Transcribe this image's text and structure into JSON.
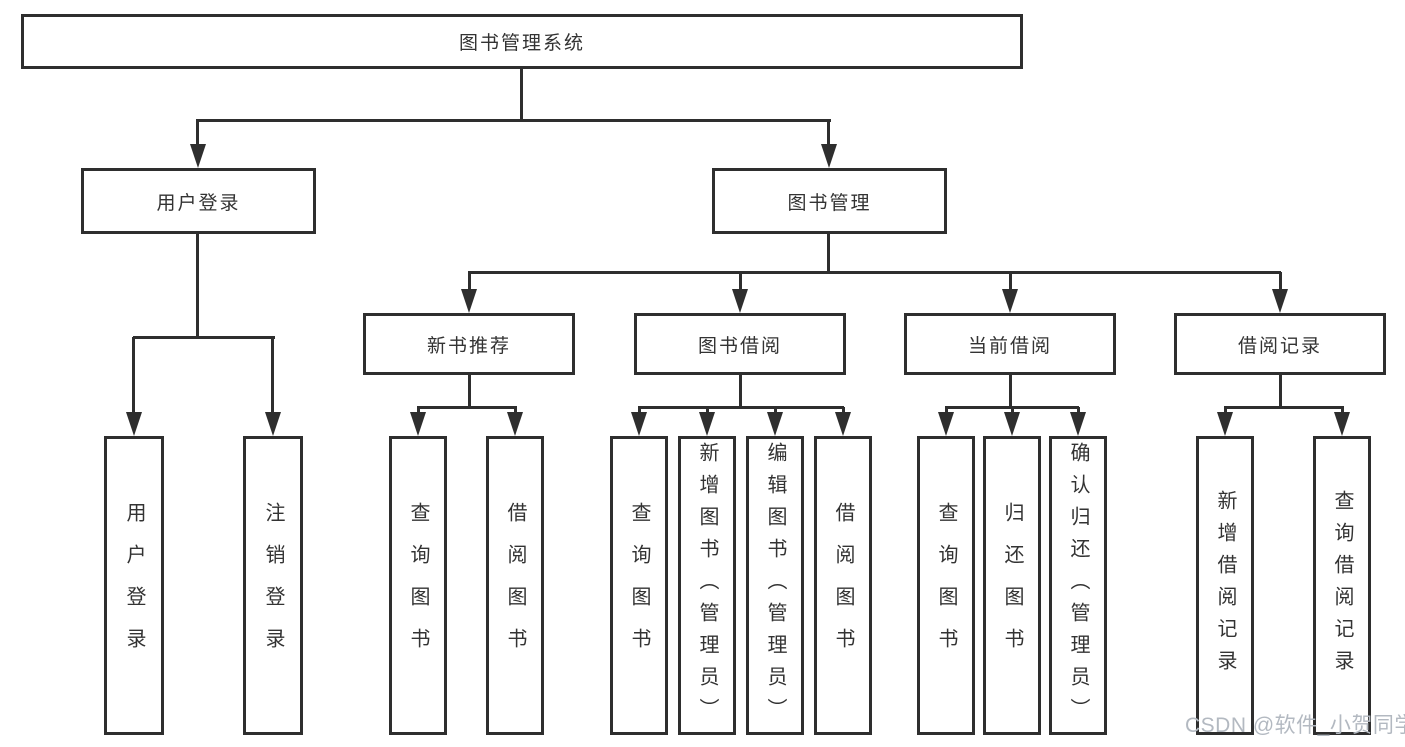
{
  "diagram": {
    "title": "图书管理系统",
    "level2": {
      "user_login": "用户登录",
      "book_mgmt": "图书管理"
    },
    "level3": {
      "new_book_rec": "新书推荐",
      "book_borrow": "图书借阅",
      "current_borrow": "当前借阅",
      "borrow_record": "借阅记录"
    },
    "leaves": {
      "user_login": "用户登录",
      "logout": "注销登录",
      "query_book_a": "查询图书",
      "borrow_book_a": "借阅图书",
      "query_book_b": "查询图书",
      "add_book": "新增图书（管理员）",
      "edit_book": "编辑图书（管理员）",
      "borrow_book_b": "借阅图书",
      "query_book_c": "查询图书",
      "return_book": "归还图书",
      "confirm_return": "确认归还（管理员）",
      "add_record": "新增借阅记录",
      "query_record": "查询借阅记录"
    },
    "watermark": "CSDN @软件_小贺同学",
    "colors": {
      "line": "#2e2e2e",
      "text": "#333333",
      "watermark": "#b3b9c1",
      "background": "#ffffff"
    }
  }
}
